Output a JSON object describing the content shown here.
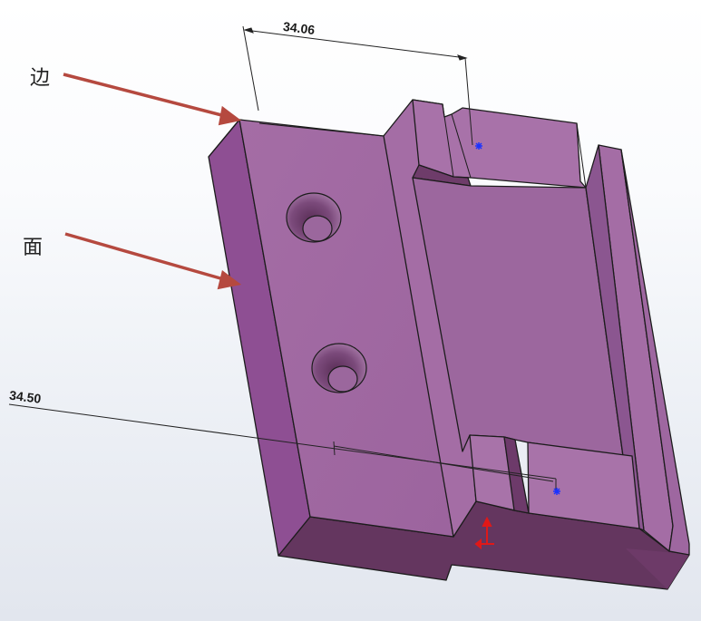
{
  "annotations": {
    "edge_label": "边",
    "face_label": "面"
  },
  "dimensions": {
    "top": "34.06",
    "left": "34.50"
  },
  "colors": {
    "face_main": "#9f68a0",
    "face_dark": "#64365f",
    "face_side": "#8e4f93",
    "arrow": "#b5493f",
    "point_marker": "#1a33ff",
    "origin_marker": "#e01818"
  }
}
